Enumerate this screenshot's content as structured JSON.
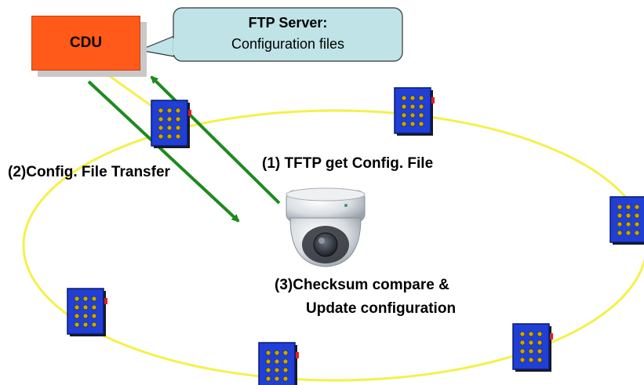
{
  "cdu": {
    "label": "CDU"
  },
  "ftp_server": {
    "title": "FTP Server:",
    "subtitle": "Configuration files"
  },
  "steps": {
    "step1": "(1) TFTP get Config. File",
    "step2": "(2)Config. File Transfer",
    "step3_line1": "(3)Checksum compare &",
    "step3_line2": "Update configuration"
  },
  "colors": {
    "cdu_fill": "#ff5a1a",
    "callout_fill": "#bfe3e6",
    "ring": "#f5f04a",
    "arrow": "#1e8a1e",
    "device_fill": "#1f3fd6",
    "device_dot": "#c8a800",
    "device_led": "#e02020"
  },
  "icons": {
    "device": "network-device-icon",
    "camera": "dome-camera-icon"
  }
}
